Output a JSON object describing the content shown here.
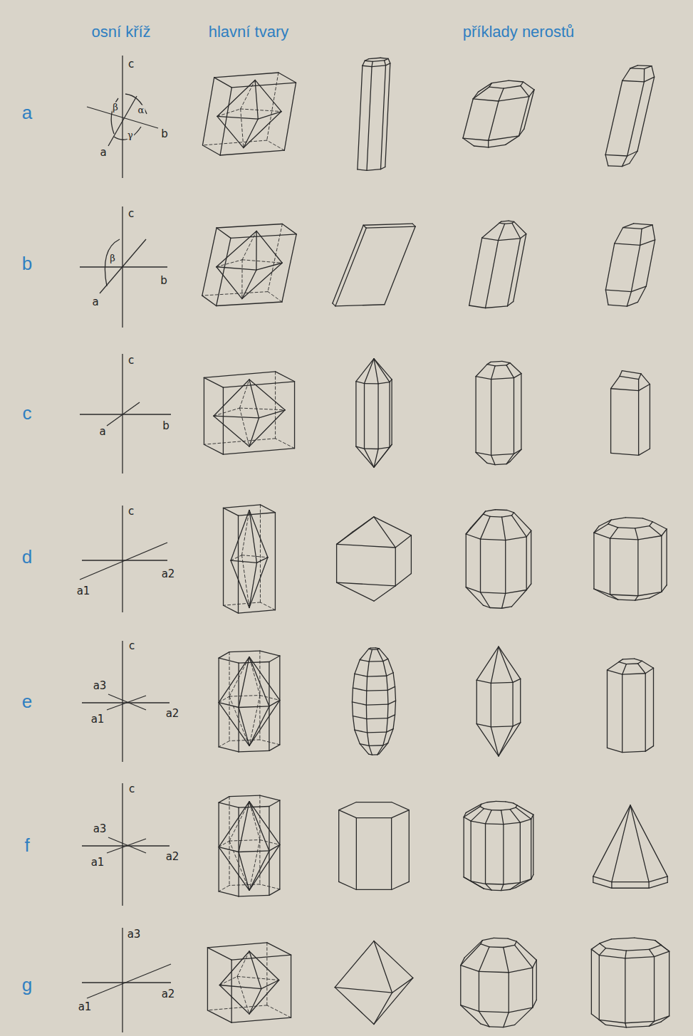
{
  "diagram": {
    "labels": [
      "osní kříž",
      "hlavní tvary",
      "příklady nerostů",
      "a",
      "b",
      "c",
      "d",
      "e",
      "f",
      "g",
      "c",
      "β",
      "α",
      "γ",
      "b",
      "a",
      "c",
      "β",
      "b",
      "a",
      "c",
      "a",
      "b",
      "c",
      "a1",
      "a2",
      "c",
      "a3",
      "a1",
      "a2",
      "c",
      "a3",
      "a1",
      "a2",
      "a3",
      "a1",
      "a2"
    ]
  }
}
